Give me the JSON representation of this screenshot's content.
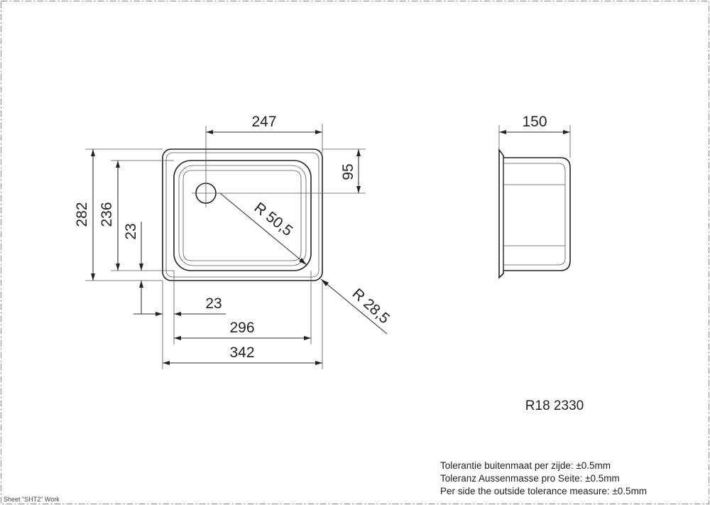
{
  "drawing": {
    "dimensions": {
      "top_width": "247",
      "side_depth": "150",
      "drain_offset": "95",
      "overall_height": "282",
      "inner_height": "236",
      "rim_left_vertical": "23",
      "inner_radius": "R 50,5",
      "outer_radius": "R 28,5",
      "rim_left_horizontal": "23",
      "inner_width": "296",
      "overall_width": "342"
    },
    "product_code": "R18 2330",
    "tolerance_notes": [
      "Tolerantie buitenmaat per zijde: ±0.5mm",
      "Toleranz Aussenmasse pro Seite: ±0.5mm",
      "Per side the outside tolerance measure: ±0.5mm"
    ],
    "sheet_label": "Sheet \"SHT2\" Work"
  }
}
